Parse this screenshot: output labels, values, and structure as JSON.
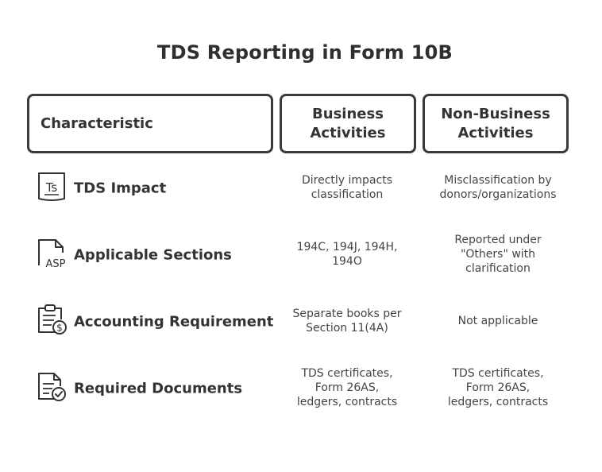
{
  "title": "TDS Reporting in Form 10B",
  "headers": {
    "characteristic": "Characteristic",
    "business": [
      "Business",
      "Activities"
    ],
    "non_business": [
      "Non-Business",
      "Activities"
    ]
  },
  "rows": [
    {
      "icon": "ts-document-icon",
      "label": "TDS Impact",
      "business": [
        "Directly impacts",
        "classification"
      ],
      "non_business": [
        "Misclassification by",
        "donors/organizations"
      ]
    },
    {
      "icon": "asp-file-icon",
      "label": "Applicable Sections",
      "business": [
        "194C, 194J, 194H,",
        "194O"
      ],
      "non_business": [
        "Reported under",
        "\"Others\" with",
        "clarification"
      ]
    },
    {
      "icon": "clipboard-dollar-icon",
      "label": "Accounting Requirement",
      "business": [
        "Separate books per",
        "Section 11(4A)"
      ],
      "non_business": [
        "Not applicable"
      ]
    },
    {
      "icon": "document-check-icon",
      "label": "Required Documents",
      "business": [
        "TDS certificates,",
        "Form 26AS,",
        "ledgers, contracts"
      ],
      "non_business": [
        "TDS certificates,",
        "Form 26AS,",
        "ledgers, contracts"
      ]
    }
  ]
}
